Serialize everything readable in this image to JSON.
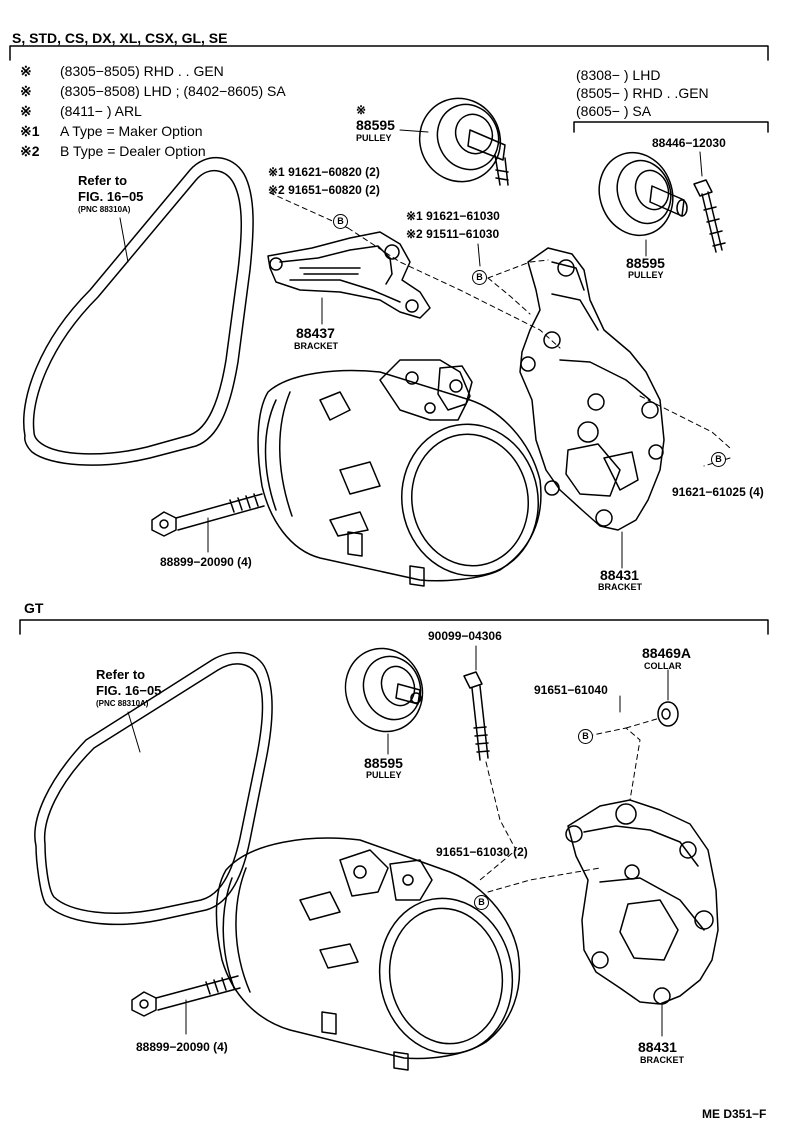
{
  "top": {
    "header": "S, STD, CS, DX, XL, CSX, GL, SE",
    "legend": [
      {
        "sym": "※",
        "text": "(8305−8505) RHD . . GEN"
      },
      {
        "sym": "※",
        "text": "(8305−8508) LHD ; (8402−8605) SA"
      },
      {
        "sym": "※",
        "text": "(8411−          ) ARL"
      },
      {
        "sym": "※1",
        "text": "A Type = Maker Option"
      },
      {
        "sym": "※2",
        "text": "B Type = Dealer Option"
      }
    ],
    "right_legend": [
      "(8308−          ) LHD",
      "(8505−          ) RHD . .GEN",
      "(8605−          ) SA"
    ],
    "refer": {
      "l1": "Refer to",
      "l2": "FIG. 16−05",
      "l3": "(PNC 88310A)"
    },
    "pulley_a": {
      "mark": "※",
      "num": "88595",
      "name": "PULLEY"
    },
    "pulley_b": {
      "num": "88595",
      "name": "PULLEY"
    },
    "bolt_pulley": "88446−12030",
    "p91621_60820": "※1 91621−60820 (2)",
    "p91651_60820": "※2 91651−60820 (2)",
    "p91621_61030": "※1  91621−61030",
    "p91511_61030": "※2  91511−61030",
    "bracket_88437": {
      "num": "88437",
      "name": "BRACKET"
    },
    "p91621_61025": "91621−61025 (4)",
    "bolt_88899": "88899−20090 (4)",
    "bracket_88431": {
      "num": "88431",
      "name": "BRACKET"
    },
    "b_symbol": "B"
  },
  "gt": {
    "header": "GT",
    "refer": {
      "l1": "Refer to",
      "l2": "FIG. 16−05",
      "l3": "(PNC 88310A)"
    },
    "pulley": {
      "num": "88595",
      "name": "PULLEY"
    },
    "bolt_90099": "90099−04306",
    "collar": {
      "num": "88469A",
      "name": "COLLAR"
    },
    "p91651_61040": "91651−61040",
    "p91651_61030": "91651−61030 (2)",
    "bolt_88899": "88899−20090 (4)",
    "bracket_88431": {
      "num": "88431",
      "name": "BRACKET"
    }
  },
  "diagram_id": "ME D351−F"
}
